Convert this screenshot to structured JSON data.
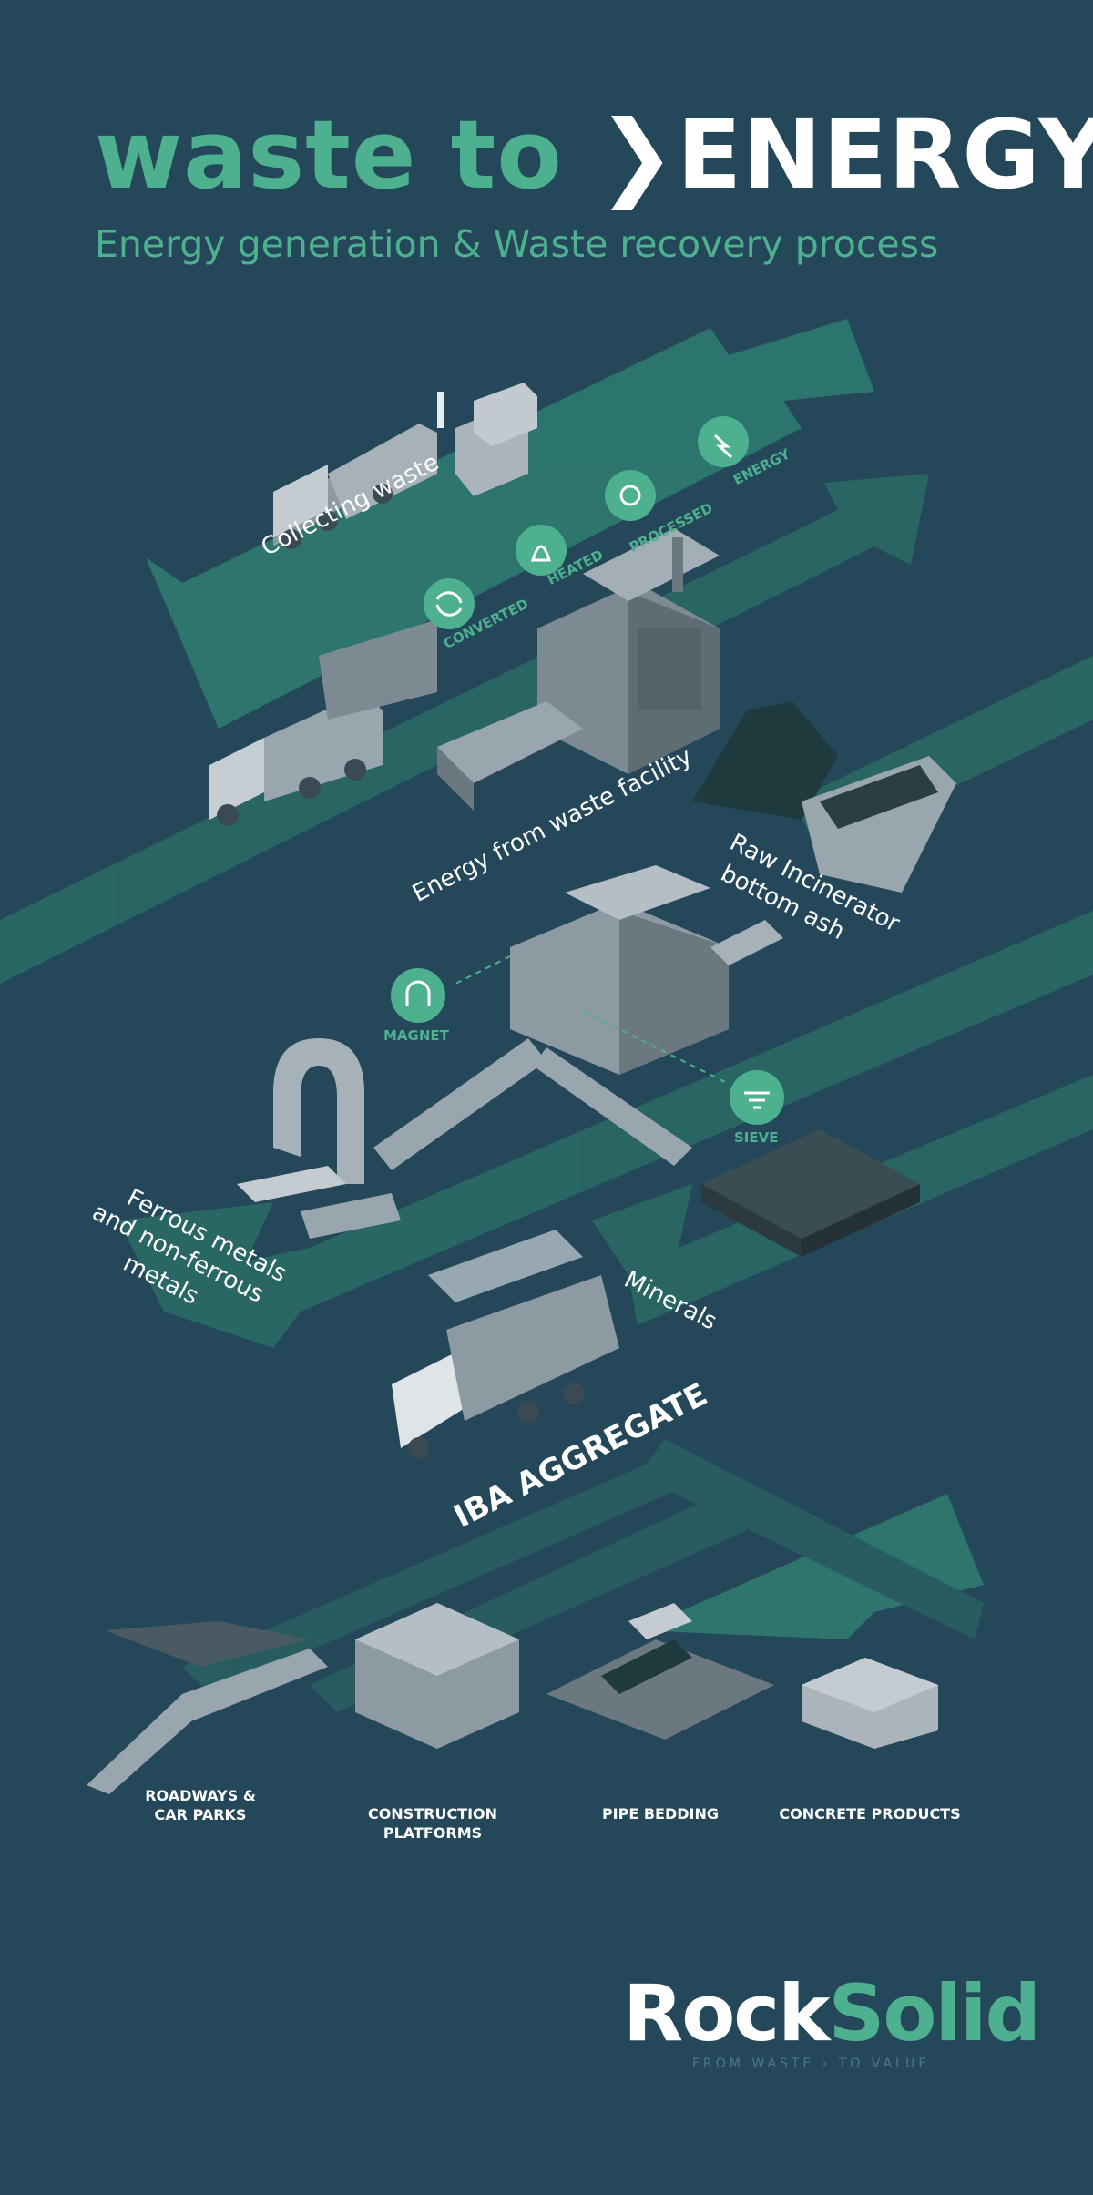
{
  "title": {
    "part1": "waste to",
    "part2": "ENERGY"
  },
  "subtitle": "Energy generation & Waste recovery process",
  "stages": {
    "collecting": "Collecting waste",
    "facility": "Energy from waste facility",
    "ash_line1": "Raw Incinerator",
    "ash_line2": "bottom ash",
    "metals_line1": "Ferrous metals",
    "metals_line2": "and non-ferrous",
    "metals_line3": "metals",
    "minerals": "Minerals",
    "aggregate": "IBA AGGREGATE"
  },
  "badges": {
    "converted": "CONVERTED",
    "heated": "HEATED",
    "processed": "PROCESSED",
    "energy": "ENERGY",
    "magnet": "MAGNET",
    "sieve": "SIEVE"
  },
  "uses": {
    "roadways": "ROADWAYS &\nCAR PARKS",
    "construction": "CONSTRUCTION PLATFORMS",
    "pipe": "PIPE BEDDING",
    "concrete": "CONCRETE PRODUCTS"
  },
  "brand": {
    "name_part1": "Rock",
    "name_part2": "Solid",
    "tagline": "FROM WASTE › TO VALUE"
  },
  "colors": {
    "background": "#24485a",
    "accent": "#4db08f",
    "text": "#ffffff"
  }
}
